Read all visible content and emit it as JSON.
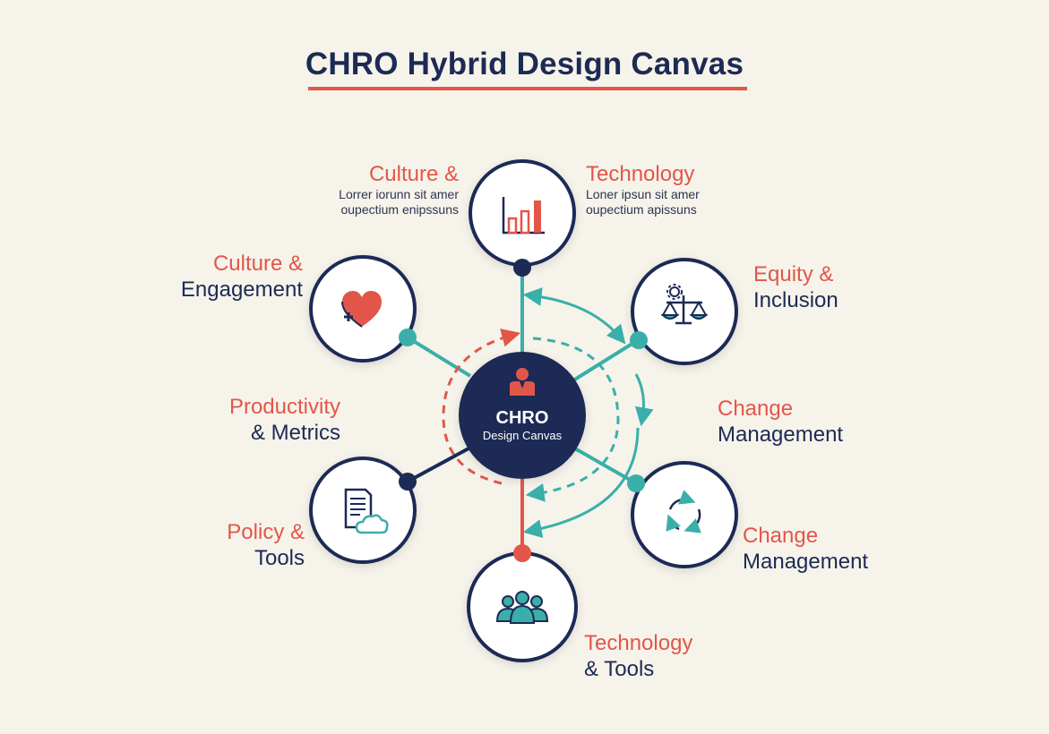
{
  "title": "CHRO Hybrid Design Canvas",
  "center": {
    "line1": "CHRO",
    "line2": "Design Canvas"
  },
  "labels": {
    "culture_top": {
      "line1": "Culture &",
      "desc1": "Lorrer iorunn sit amer",
      "desc2": "oupectium enipssuns"
    },
    "technology_top": {
      "line1": "Technology",
      "desc1": "Loner ipsun sit amer",
      "desc2": "oupectium apissuns"
    },
    "culture_engagement": {
      "line1": "Culture &",
      "line2": "Engagement"
    },
    "equity_inclusion": {
      "line1": "Equity &",
      "line2": "Inclusion"
    },
    "productivity_metrics": {
      "line1": "Productivity",
      "line2": "& Metrics"
    },
    "change_management_1": {
      "line1": "Change",
      "line2": "Management"
    },
    "policy_tools": {
      "line1": "Policy &",
      "line2": "Tools"
    },
    "change_management_2": {
      "line1": "Change",
      "line2": "Management"
    },
    "technology_tools": {
      "line1": "Technology",
      "line2": "& Tools"
    }
  },
  "colors": {
    "navy": "#1c2a55",
    "coral": "#e2564a",
    "teal": "#3aafa9",
    "background": "#f6f3ea"
  },
  "icons": [
    "bar-chart-icon",
    "heart-icon",
    "scales-icon",
    "document-cloud-icon",
    "refresh-cycle-icon",
    "people-group-icon",
    "person-icon"
  ]
}
